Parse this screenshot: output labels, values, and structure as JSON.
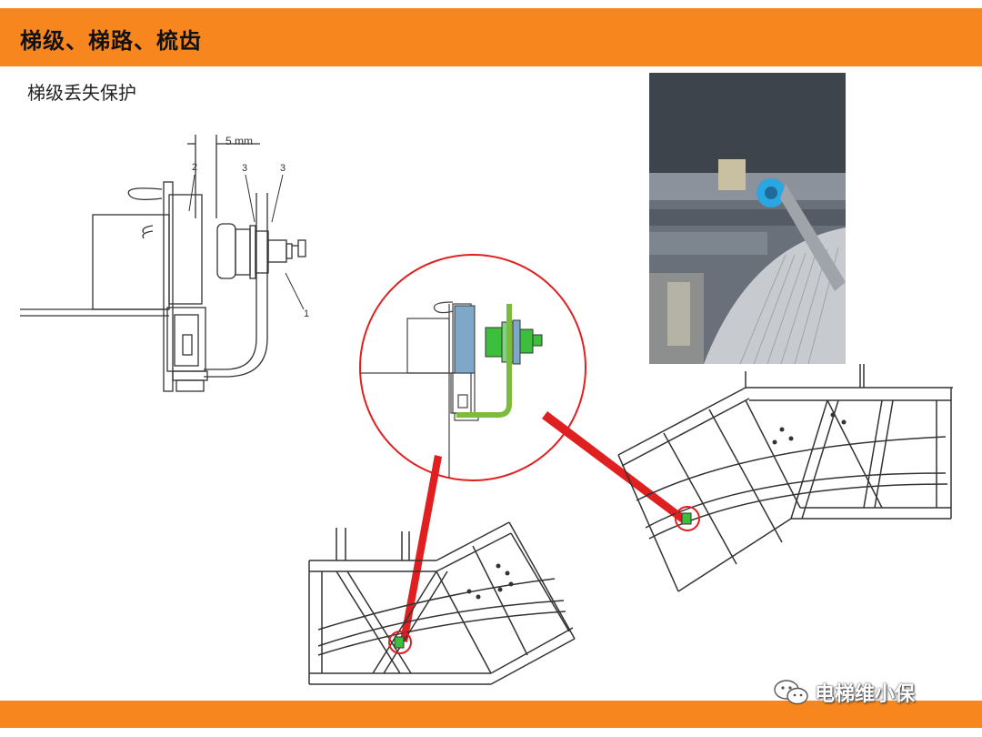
{
  "header": {
    "title": "梯级、梯路、梳齿"
  },
  "section": {
    "subtitle": "梯级丢失保护"
  },
  "schematic": {
    "dimension_label": "5 mm",
    "part_labels": [
      "2",
      "3",
      "3",
      "1"
    ]
  },
  "watermark": {
    "text": "电梯维小保",
    "icon": "wechat-icon"
  },
  "colors": {
    "accent": "#f7861e",
    "callout": "#e02020",
    "sensor_green": "#3cbf3c",
    "guide_blue": "#7fa8c8"
  }
}
